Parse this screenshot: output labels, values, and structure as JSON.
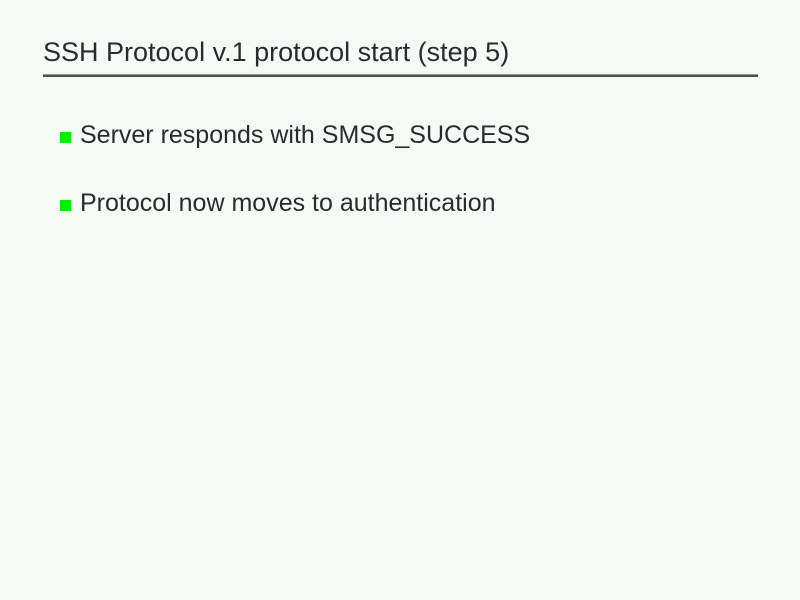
{
  "slide": {
    "title": "SSH Protocol v.1 protocol start (step 5)",
    "background_color": "#f5faf7",
    "title_color": "#2b2b2b",
    "rule_color_light": "#8e9a93",
    "rule_color_dark": "#4f4f4f",
    "bullet_color": "#00ee00",
    "body_text_color": "#2b2b2b",
    "bullets": [
      {
        "text": "Server responds with SMSG_SUCCESS",
        "marker": "green-square-bullet-icon"
      },
      {
        "text": "Protocol now moves to authentication",
        "marker": "green-square-bullet-icon"
      }
    ]
  }
}
